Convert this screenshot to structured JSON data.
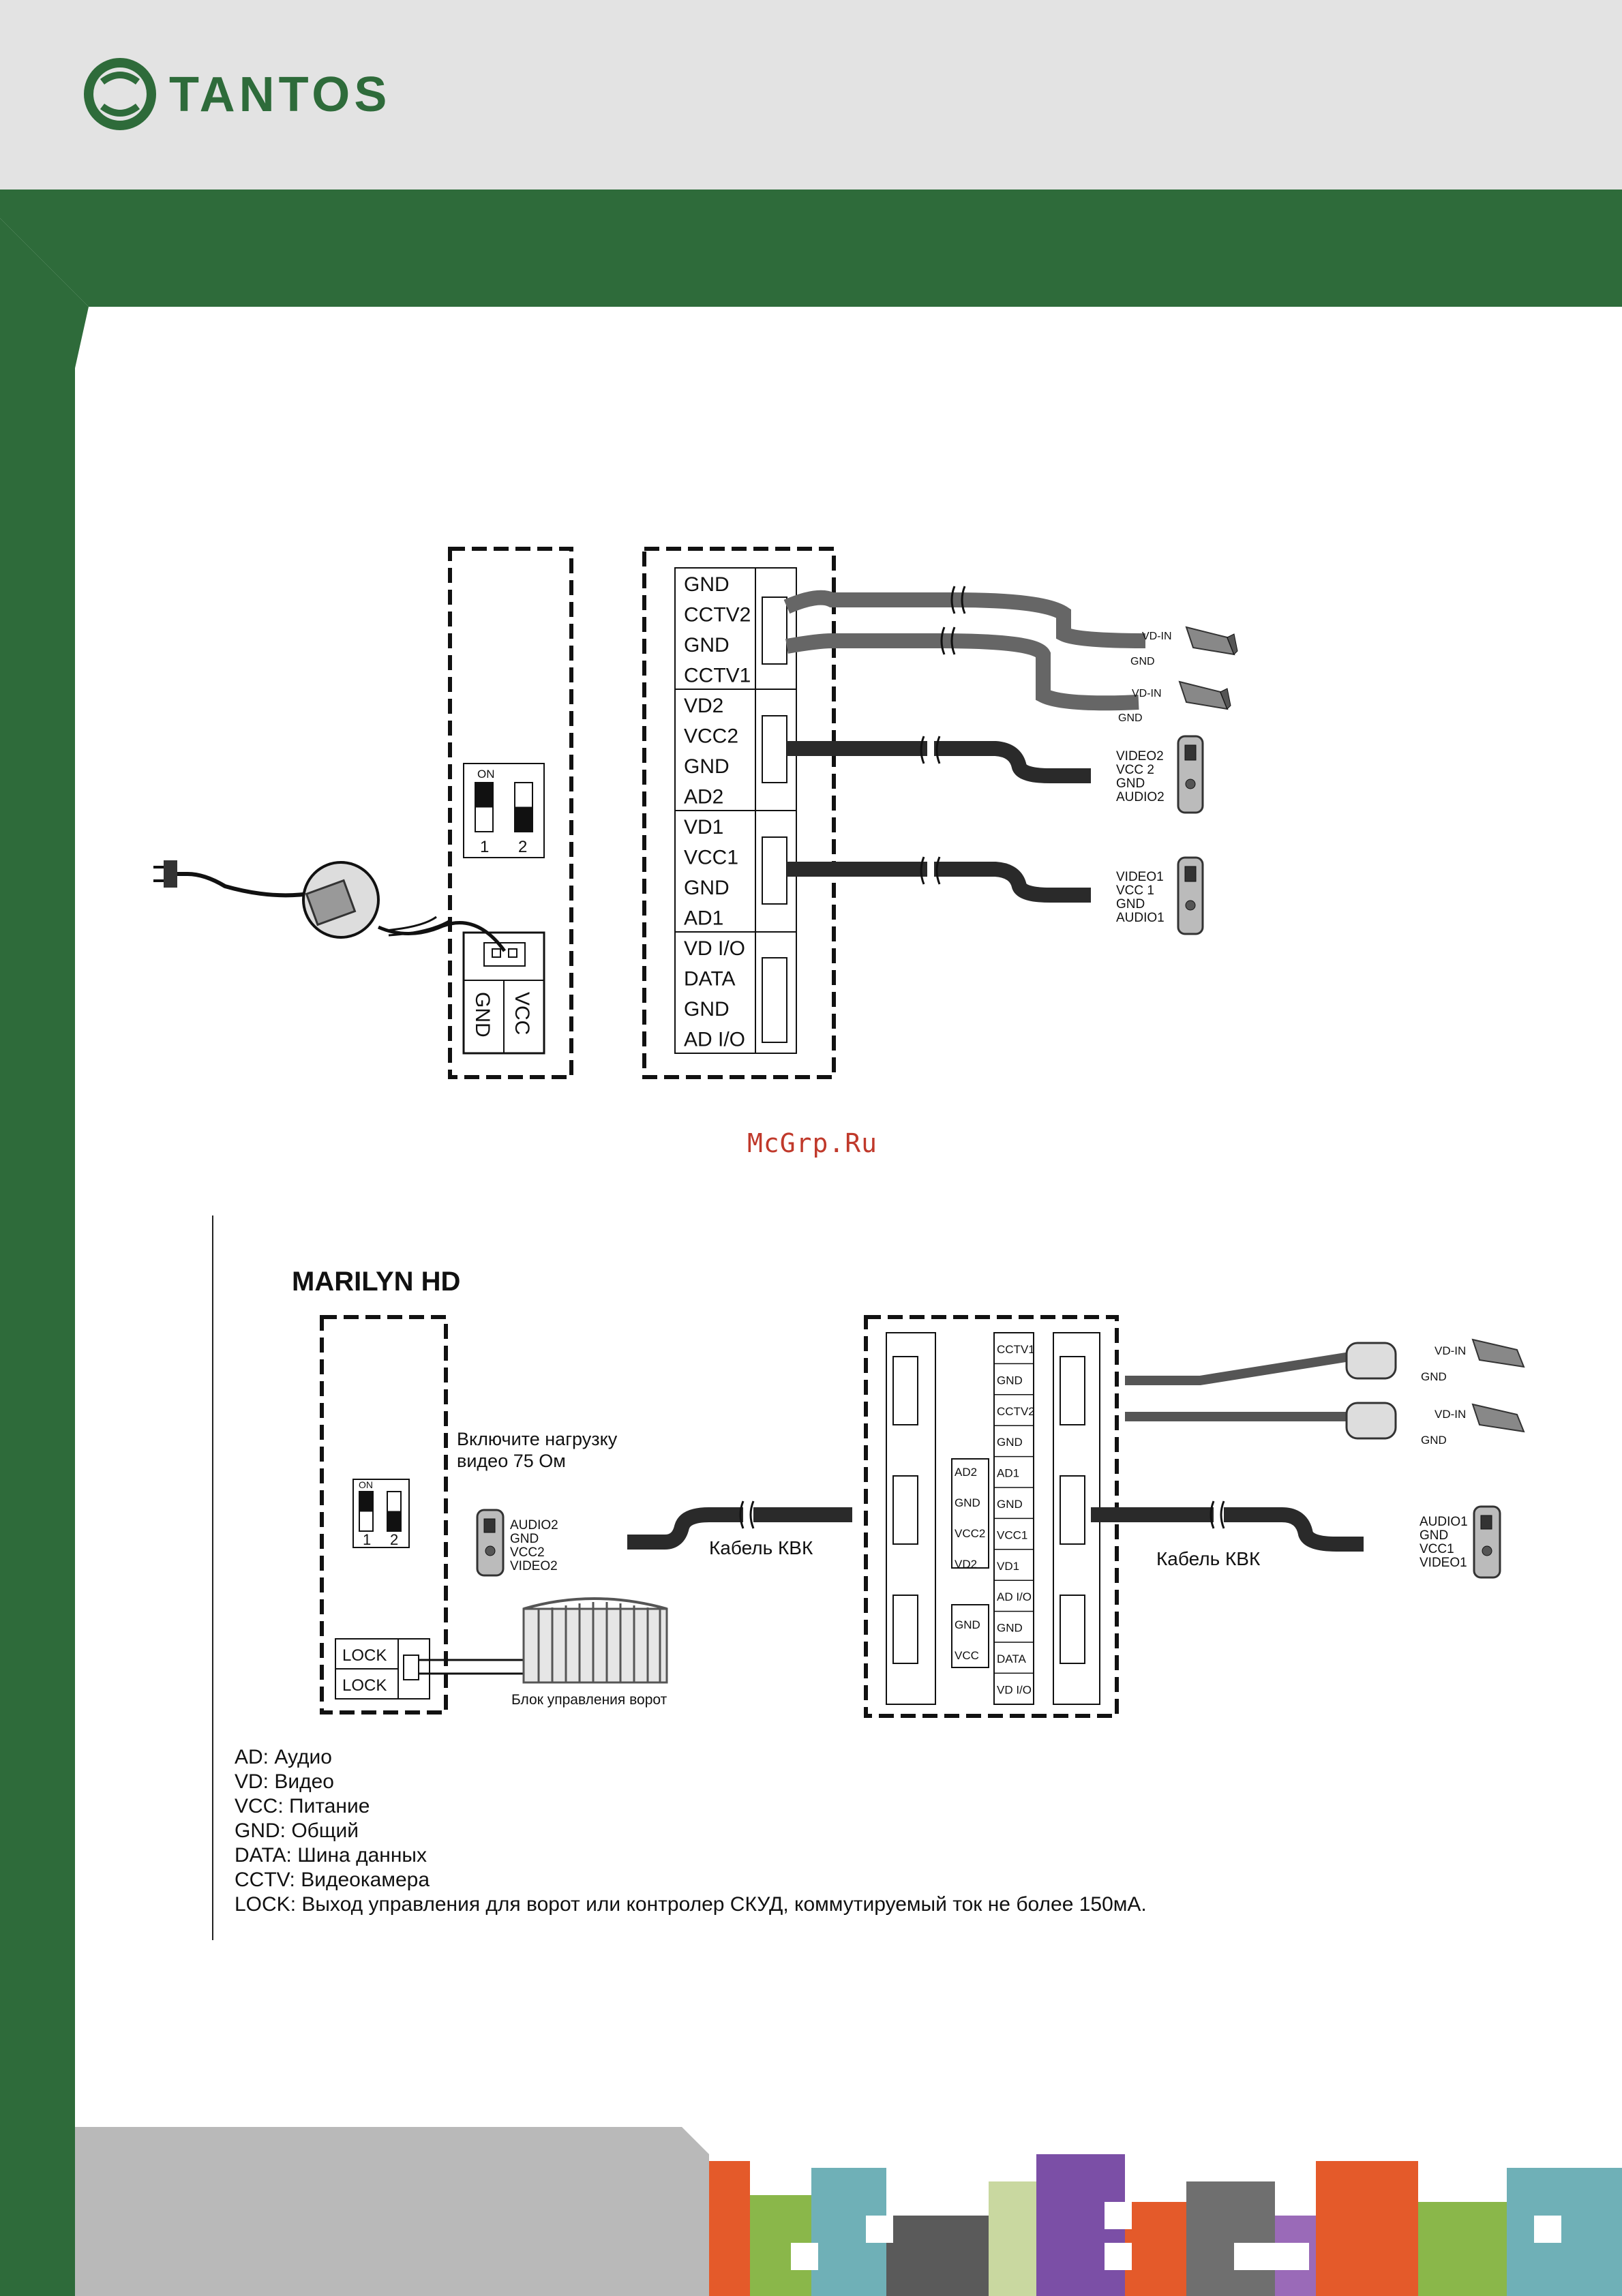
{
  "brand": {
    "name": "TANTOS",
    "logo_icon": "tantos-circle-logo"
  },
  "watermark": "McGrp.Ru",
  "diagram1": {
    "terminals": [
      "GND",
      "CCTV2",
      "GND",
      "CCTV1",
      "VD2",
      "VCC2",
      "GND",
      "AD2",
      "VD1",
      "VCC1",
      "GND",
      "AD1",
      "VD I/O",
      "DATA",
      "GND",
      "AD I/O"
    ],
    "dip": {
      "on": "ON",
      "n1": "1",
      "n2": "2"
    },
    "power": {
      "gnd": "GND",
      "vcc": "VCC"
    },
    "camera1": {
      "vd_in": "VD-IN",
      "gnd": "GND"
    },
    "camera2": {
      "vd_in": "VD-IN",
      "gnd": "GND"
    },
    "panel2": [
      "VIDEO2",
      "VCC 2",
      "GND",
      "AUDIO2"
    ],
    "panel1": [
      "VIDEO1",
      "VCC 1",
      "GND",
      "AUDIO1"
    ]
  },
  "diagram2": {
    "title": "MARILYN HD",
    "note_line1": "Включите нагрузку",
    "note_line2": "видео 75 Ом",
    "dip": {
      "on": "ON",
      "n1": "1",
      "n2": "2"
    },
    "lock1": "LOCK",
    "lock2": "LOCK",
    "gate_label": "Блок управления ворот",
    "cable_left": "Кабель КВК",
    "cable_right": "Кабель КВК",
    "panel_left": [
      "AUDIO2",
      "GND",
      "VCC2",
      "VIDEO2"
    ],
    "panel_right": [
      "AUDIO1",
      "GND",
      "VCC1",
      "VIDEO1"
    ],
    "mid_col": [
      "AD2",
      "GND",
      "VCC2",
      "VD2"
    ],
    "mid_col_bottom": [
      "GND",
      "VCC"
    ],
    "right_col": [
      "CCTV1",
      "GND",
      "CCTV2",
      "GND",
      "AD1",
      "GND",
      "VCC1",
      "VD1",
      "AD I/O",
      "GND",
      "DATA",
      "VD I/O"
    ],
    "camera1": {
      "vd_in": "VD-IN",
      "gnd": "GND"
    },
    "camera2": {
      "vd_in": "VD-IN",
      "gnd": "GND"
    }
  },
  "legend": [
    "AD: Аудио",
    "VD: Видео",
    "VCC: Питание",
    "GND: Общий",
    "DATA: Шина данных",
    "CCTV: Видеокамера",
    "LOCK: Выход управления для ворот или контролер СКУД, коммутируемый ток не более 150мА."
  ],
  "colors": {
    "green": "#2e6b3a",
    "header_gray": "#e3e3e3",
    "cable": "#2a2a2a"
  }
}
